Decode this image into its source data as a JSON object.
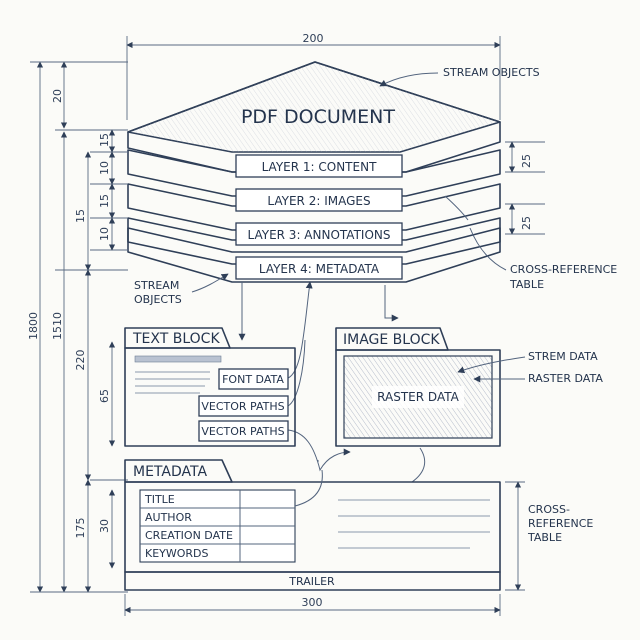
{
  "title": "PDF DOCUMENT",
  "layers": [
    "LAYER 1: CONTENT",
    "LAYER 2: IMAGES",
    "LAYER 3: ANNOTATIONS",
    "LAYER 4: METADATA"
  ],
  "callouts": {
    "stream_objects_top": "STREAM OBJECTS",
    "stream_objects_left_1": "STREAM",
    "stream_objects_left_2": "OBJECTS",
    "xref_top_1": "CROSS-REFERENCE",
    "xref_top_2": "TABLE",
    "strem_data": "STREM DATA",
    "raster_data_side": "RASTER DATA",
    "xref_bottom_1": "CROSS-",
    "xref_bottom_2": "REFERENCE",
    "xref_bottom_3": "TABLE"
  },
  "text_block": {
    "title": "TEXT BLOCK",
    "font_data": "FONT DATA",
    "vector_paths_1": "VECTOR PATHS",
    "vector_paths_2": "VECTOR PATHS"
  },
  "image_block": {
    "title": "IMAGE BLOCK",
    "inner": "RASTER DATA"
  },
  "metadata": {
    "title": "METADATA",
    "fields": [
      "TITLE",
      "AUTHOR",
      "CREATION DATE",
      "KEYWORDS"
    ]
  },
  "trailer": "TRAILER",
  "dimensions": {
    "top_width": "200",
    "bottom_width": "300",
    "total_height": "1800",
    "stack_height": "1510",
    "d20": "20",
    "d15a": "15",
    "d10a": "10",
    "d15b": "15",
    "d15c": "15",
    "d10b": "10",
    "d220": "220",
    "d65": "65",
    "d175": "175",
    "d30": "30",
    "r25a": "25",
    "r25b": "25"
  }
}
